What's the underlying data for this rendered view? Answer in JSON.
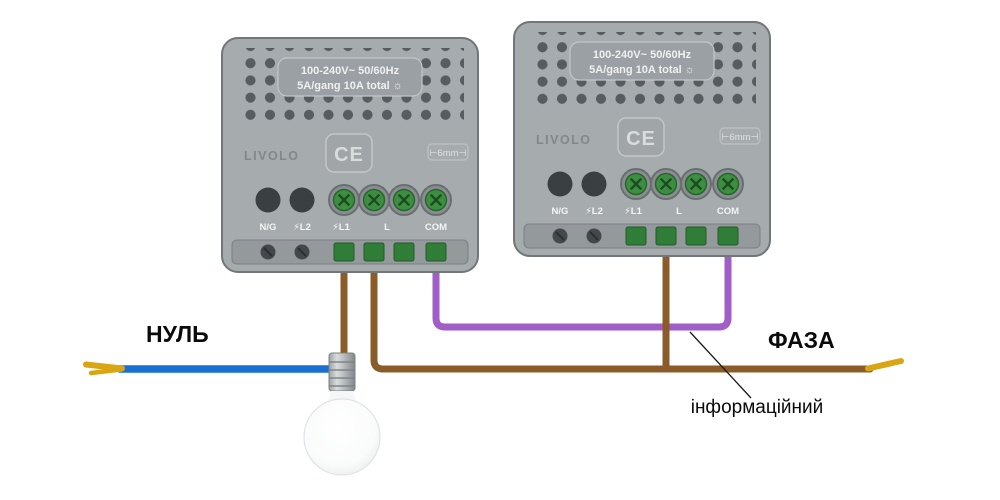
{
  "diagram": {
    "module": {
      "brand": "LIVOLO",
      "rating_line1": "100-240V~  50/60Hz",
      "rating_line2": "5A/gang 10A total ☼",
      "ce_mark": "CE",
      "wire_gauge": "⊢6mm⊣",
      "terminals": [
        "N/G",
        "⚡L2",
        "⚡L1",
        "L",
        "COM"
      ]
    },
    "labels": {
      "neutral": "НУЛЬ",
      "phase": "ФАЗА",
      "info": "інформаційний"
    },
    "colors": {
      "neutral_wire": "#1b6fd3",
      "phase_wire": "#8a5c29",
      "info_wire": "#a15ec8",
      "wire_tip": "#d9a514",
      "module_body": "#a6abae",
      "terminal_green": "#3c8f41"
    }
  }
}
